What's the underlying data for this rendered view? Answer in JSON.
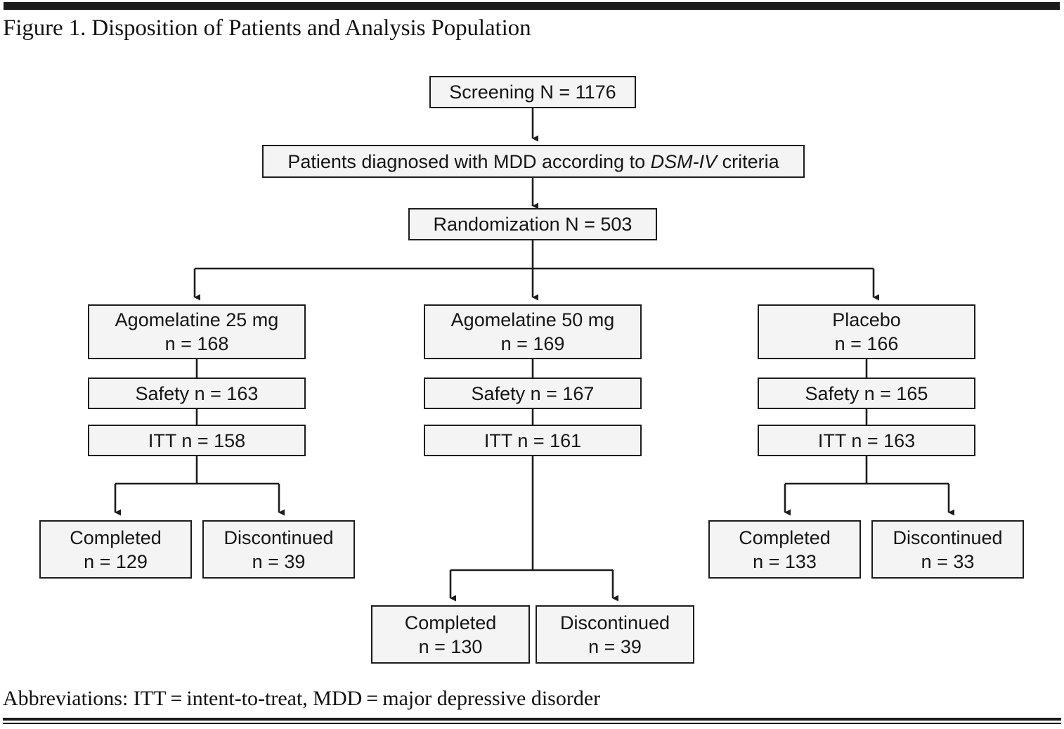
{
  "figure": {
    "title": "Figure 1. Disposition of Patients and Analysis Population",
    "abbreviations": "Abbreviations: ITT = intent-to-treat, MDD = major depressive disorder"
  },
  "chart_data": {
    "type": "diagram",
    "title": "Figure 1. Disposition of Patients and Analysis Population",
    "diagram_kind": "CONSORT patient disposition flowchart",
    "nodes": [
      {
        "id": "screening",
        "label": "Screening N = 1176",
        "n": 1176
      },
      {
        "id": "diagnosed",
        "label": "Patients diagnosed with MDD according to DSM-IV criteria",
        "n": null
      },
      {
        "id": "randomization",
        "label": "Randomization N = 503",
        "n": 503
      },
      {
        "id": "arm1",
        "label": "Agomelatine 25 mg",
        "count_label": "n = 168",
        "n": 168
      },
      {
        "id": "arm1_safety",
        "label": "Safety n = 163",
        "n": 163
      },
      {
        "id": "arm1_itt",
        "label": "ITT n = 158",
        "n": 158
      },
      {
        "id": "arm1_completed",
        "label": "Completed",
        "count_label": "n = 129",
        "n": 129
      },
      {
        "id": "arm1_discontinued",
        "label": "Discontinued",
        "count_label": "n = 39",
        "n": 39
      },
      {
        "id": "arm2",
        "label": "Agomelatine 50 mg",
        "count_label": "n = 169",
        "n": 169
      },
      {
        "id": "arm2_safety",
        "label": "Safety n = 167",
        "n": 167
      },
      {
        "id": "arm2_itt",
        "label": "ITT n = 161",
        "n": 161
      },
      {
        "id": "arm2_completed",
        "label": "Completed",
        "count_label": "n = 130",
        "n": 130
      },
      {
        "id": "arm2_discontinued",
        "label": "Discontinued",
        "count_label": "n = 39",
        "n": 39
      },
      {
        "id": "arm3",
        "label": "Placebo",
        "count_label": "n = 166",
        "n": 166
      },
      {
        "id": "arm3_safety",
        "label": "Safety n = 165",
        "n": 165
      },
      {
        "id": "arm3_itt",
        "label": "ITT n = 163",
        "n": 163
      },
      {
        "id": "arm3_completed",
        "label": "Completed",
        "count_label": "n = 133",
        "n": 133
      },
      {
        "id": "arm3_discontinued",
        "label": "Discontinued",
        "count_label": "n = 33",
        "n": 33
      }
    ],
    "edges": [
      {
        "from": "screening",
        "to": "diagnosed"
      },
      {
        "from": "diagnosed",
        "to": "randomization"
      },
      {
        "from": "randomization",
        "to": "arm1"
      },
      {
        "from": "randomization",
        "to": "arm2"
      },
      {
        "from": "randomization",
        "to": "arm3"
      },
      {
        "from": "arm1",
        "to": "arm1_safety"
      },
      {
        "from": "arm1_safety",
        "to": "arm1_itt"
      },
      {
        "from": "arm1_itt",
        "to": "arm1_completed"
      },
      {
        "from": "arm1_itt",
        "to": "arm1_discontinued"
      },
      {
        "from": "arm2",
        "to": "arm2_safety"
      },
      {
        "from": "arm2_safety",
        "to": "arm2_itt"
      },
      {
        "from": "arm2_itt",
        "to": "arm2_completed"
      },
      {
        "from": "arm2_itt",
        "to": "arm2_discontinued"
      },
      {
        "from": "arm3",
        "to": "arm3_safety"
      },
      {
        "from": "arm3_safety",
        "to": "arm3_itt"
      },
      {
        "from": "arm3_itt",
        "to": "arm3_completed"
      },
      {
        "from": "arm3_itt",
        "to": "arm3_discontinued"
      }
    ],
    "colors": {
      "box_fill": "#f4f4f4",
      "box_border": "#1d1d1d",
      "text": "#151515",
      "rule": "#1b1b1b",
      "background": "#ffffff"
    }
  },
  "nodes": {
    "screening": {
      "line1": "Screening N = 1176"
    },
    "diagnosed": {
      "pre": "Patients diagnosed with MDD according to ",
      "italic": "DSM-IV",
      "post": " criteria"
    },
    "randomization": {
      "line1": "Randomization N = 503"
    },
    "arm1": {
      "line1": "Agomelatine 25 mg",
      "line2": "n = 168"
    },
    "arm1_safety": {
      "line1": "Safety n = 163"
    },
    "arm1_itt": {
      "line1": "ITT n = 158"
    },
    "arm1_completed": {
      "line1": "Completed",
      "line2": "n = 129"
    },
    "arm1_discontinued": {
      "line1": "Discontinued",
      "line2": "n = 39"
    },
    "arm2": {
      "line1": "Agomelatine 50 mg",
      "line2": "n = 169"
    },
    "arm2_safety": {
      "line1": "Safety n = 167"
    },
    "arm2_itt": {
      "line1": "ITT n = 161"
    },
    "arm2_completed": {
      "line1": "Completed",
      "line2": "n = 130"
    },
    "arm2_discontinued": {
      "line1": "Discontinued",
      "line2": "n = 39"
    },
    "arm3": {
      "line1": "Placebo",
      "line2": "n = 166"
    },
    "arm3_safety": {
      "line1": "Safety n = 165"
    },
    "arm3_itt": {
      "line1": "ITT n = 163"
    },
    "arm3_completed": {
      "line1": "Completed",
      "line2": "n = 133"
    },
    "arm3_discontinued": {
      "line1": "Discontinued",
      "line2": "n = 33"
    }
  }
}
